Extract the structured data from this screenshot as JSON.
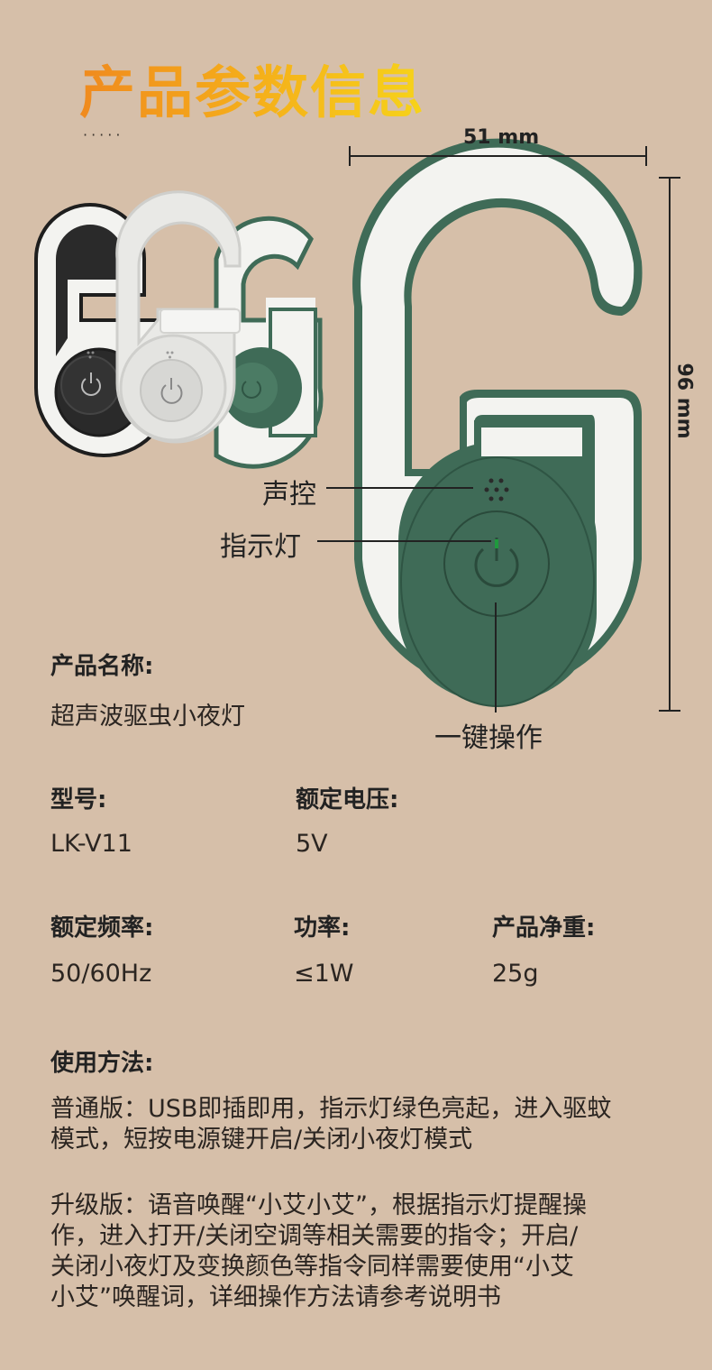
{
  "page": {
    "title": "产品参数信息",
    "dots": "·····"
  },
  "diagram": {
    "width_label": "51 mm",
    "height_label": "96 mm",
    "callouts": {
      "voice": "声控",
      "indicator": "指示灯",
      "button": "一键操作"
    },
    "colors": {
      "green": "#3f6b57",
      "dark_green": "#2f5544",
      "white": "#f3f3f0",
      "black": "#2a2a2a"
    }
  },
  "specs": {
    "name": {
      "label": "产品名称:",
      "value": "超声波驱虫小夜灯"
    },
    "model": {
      "label": "型号:",
      "value": "LK-V11"
    },
    "voltage": {
      "label": "额定电压:",
      "value": "5V"
    },
    "frequency": {
      "label": "额定频率:",
      "value": "50/60Hz"
    },
    "power": {
      "label": "功率:",
      "value": "≤1W"
    },
    "weight": {
      "label": "产品净重:",
      "value": "25g"
    }
  },
  "usage": {
    "label": "使用方法:",
    "standard_line1": "普通版：USB即插即用，指示灯绿色亮起，进入驱蚊",
    "standard_line2": "模式，短按电源键开启/关闭小夜灯模式",
    "upgrade_line1": "升级版：语音唤醒“小艾小艾”，根据指示灯提醒操",
    "upgrade_line2": "作，进入打开/关闭空调等相关需要的指令；开启/",
    "upgrade_line3": "关闭小夜灯及变换颜色等指令同样需要使用“小艾",
    "upgrade_line4": "小艾”唤醒词，详细操作方法请参考说明书"
  }
}
